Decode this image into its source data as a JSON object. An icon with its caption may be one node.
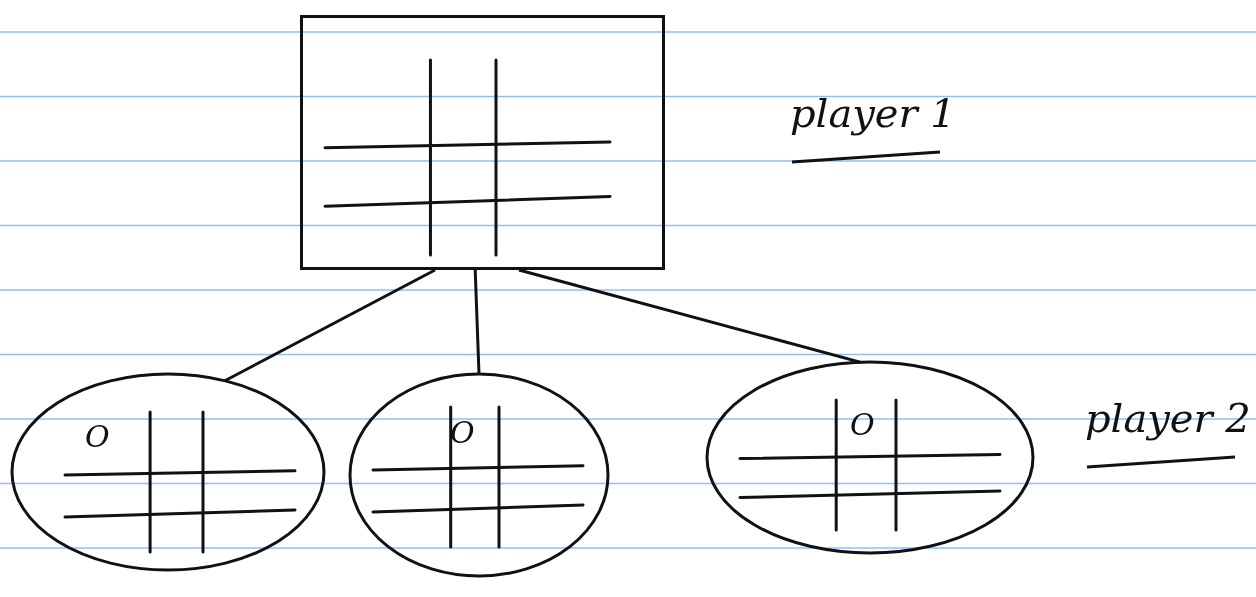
{
  "diagram": {
    "nodes": [
      {
        "text": [],
        "shape": "box"
      },
      {
        "text": [
          "O"
        ]
      },
      {
        "text": [
          "O"
        ]
      },
      {
        "text": [
          "O"
        ]
      }
    ],
    "edges": [
      {
        "from": 0,
        "to": 1,
        "arrow": "none"
      },
      {
        "from": 0,
        "to": 2,
        "arrow": "none"
      },
      {
        "from": 0,
        "to": 3,
        "arrow": "none"
      }
    ],
    "labels": [
      "player 1",
      "player 2"
    ]
  }
}
